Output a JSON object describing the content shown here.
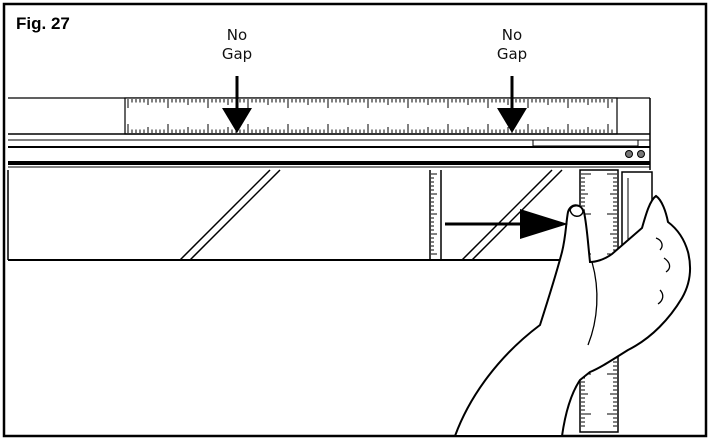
{
  "figure": {
    "title": "Fig. 27",
    "callouts": [
      {
        "line1": "No",
        "line2": "Gap"
      },
      {
        "line1": "No",
        "line2": "Gap"
      }
    ]
  }
}
